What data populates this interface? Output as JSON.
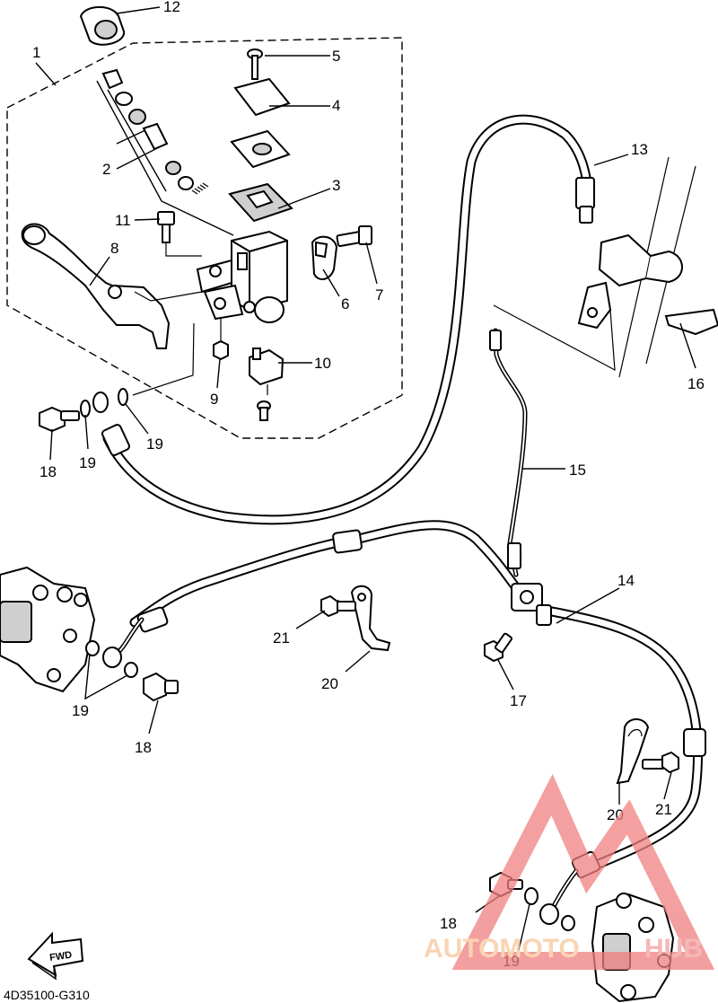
{
  "diagram_code": "4D35100-G310",
  "fwd_label": "FWD",
  "watermark": {
    "part1": "AUTOMOTO",
    "part2": "HUB",
    "color1": "#f6c89a",
    "color2": "#f2a0a0",
    "triangle_color": "#f08080"
  },
  "callouts": [
    {
      "id": "c12",
      "label": "12"
    },
    {
      "id": "c1",
      "label": "1"
    },
    {
      "id": "c5",
      "label": "5"
    },
    {
      "id": "c4",
      "label": "4"
    },
    {
      "id": "c3",
      "label": "3"
    },
    {
      "id": "c2",
      "label": "2"
    },
    {
      "id": "c11",
      "label": "11"
    },
    {
      "id": "c8",
      "label": "8"
    },
    {
      "id": "c6",
      "label": "6"
    },
    {
      "id": "c7",
      "label": "7"
    },
    {
      "id": "c10",
      "label": "10"
    },
    {
      "id": "c9",
      "label": "9"
    },
    {
      "id": "c13",
      "label": "13"
    },
    {
      "id": "c16",
      "label": "16"
    },
    {
      "id": "c18a",
      "label": "18"
    },
    {
      "id": "c19a",
      "label": "19"
    },
    {
      "id": "c19b",
      "label": "19"
    },
    {
      "id": "c15",
      "label": "15"
    },
    {
      "id": "c14",
      "label": "14"
    },
    {
      "id": "c21a",
      "label": "21"
    },
    {
      "id": "c20a",
      "label": "20"
    },
    {
      "id": "c17",
      "label": "17"
    },
    {
      "id": "c19c",
      "label": "19"
    },
    {
      "id": "c18b",
      "label": "18"
    },
    {
      "id": "c20b",
      "label": "20"
    },
    {
      "id": "c21b",
      "label": "21"
    },
    {
      "id": "c18c",
      "label": "18"
    },
    {
      "id": "c19d",
      "label": "19"
    }
  ]
}
